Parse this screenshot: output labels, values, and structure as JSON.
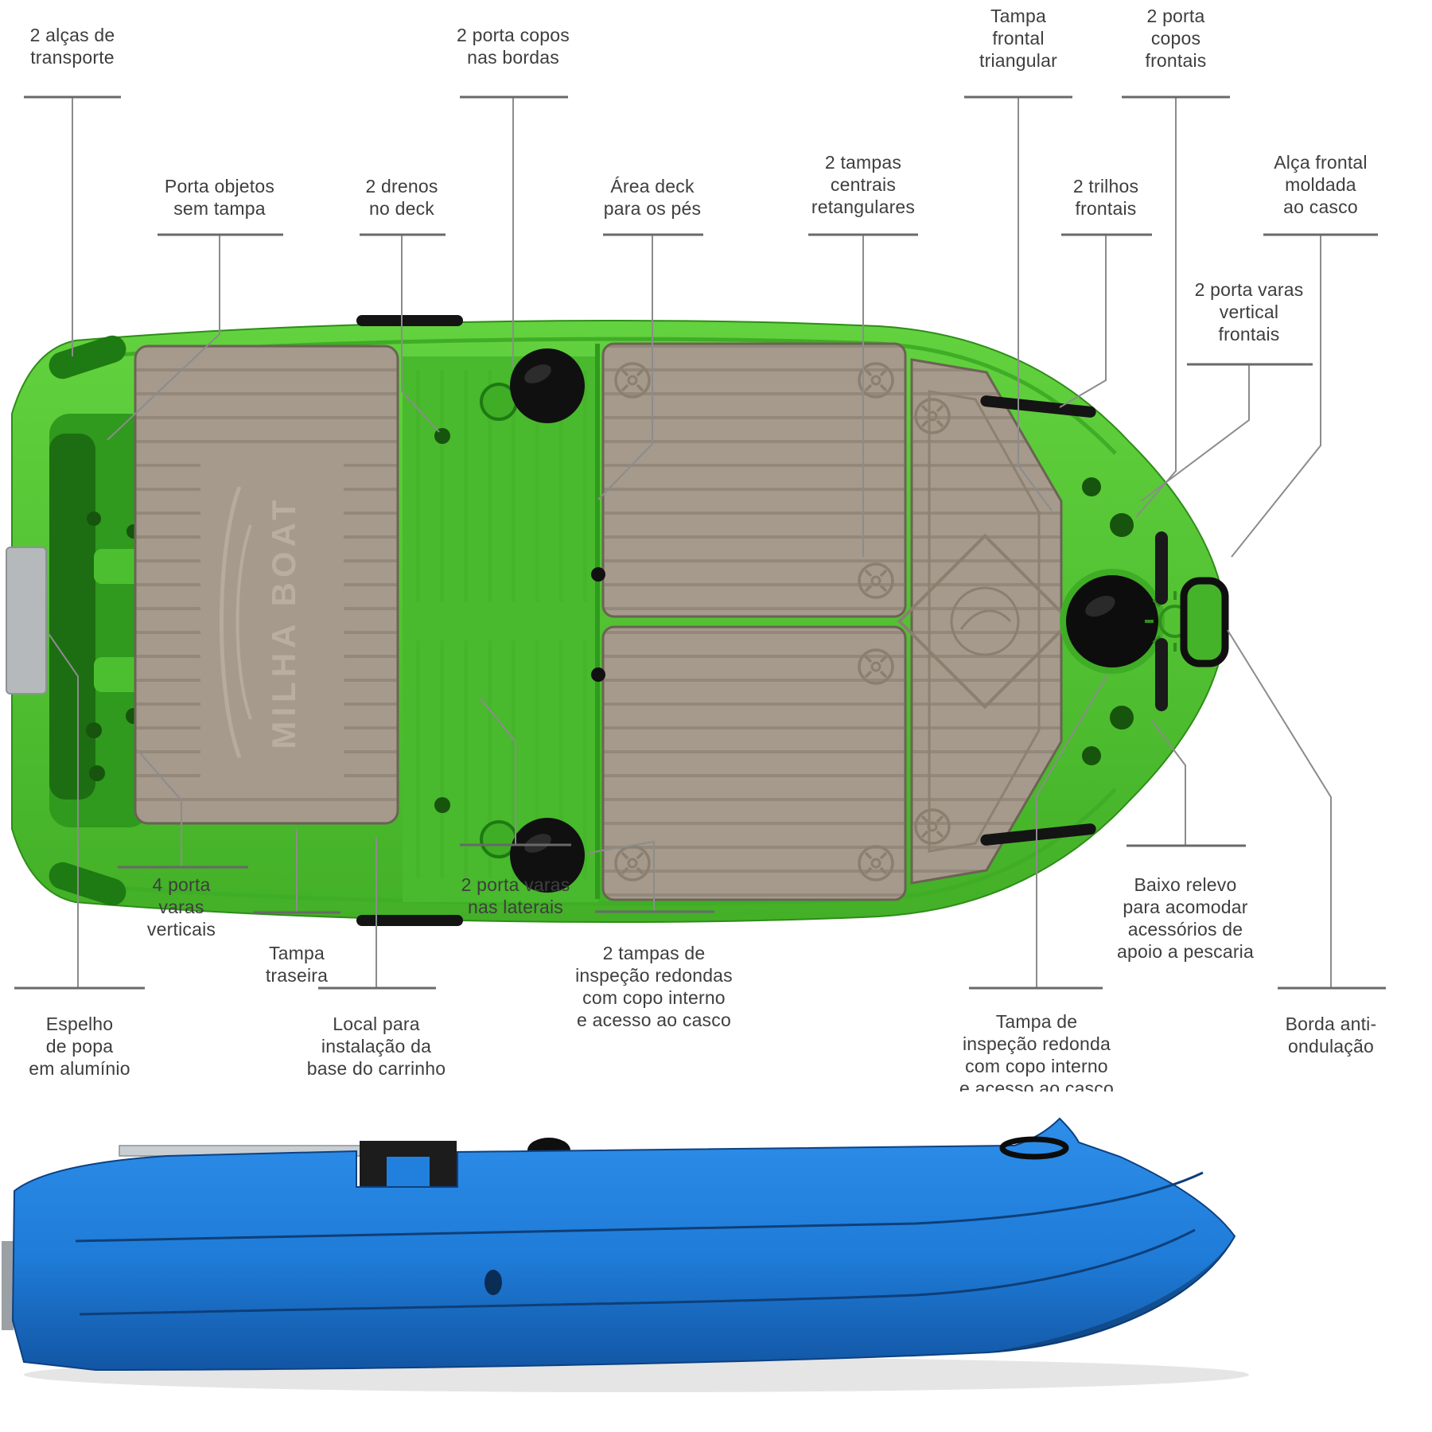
{
  "product": {
    "brand_logo": "MILHA BOAT"
  },
  "colors": {
    "hull_green": "#52c233",
    "hull_green_dark": "#2f9a1d",
    "hatch_tan": "#a59a8b",
    "hatch_ridge": "#94887a",
    "hull_blue": "#2180dd",
    "aluminum": "#b5b9bc",
    "label_text": "#3e3e3e",
    "leader_line": "#8c8c8c"
  },
  "callouts": {
    "alcas_transporte": {
      "text": "2 alças de\ntransporte"
    },
    "porta_objetos": {
      "text": "Porta objetos\nsem tampa"
    },
    "drenos_deck": {
      "text": "2 drenos\nno deck"
    },
    "porta_copos_bordas": {
      "text": "2 porta copos\nnas bordas"
    },
    "area_deck_pes": {
      "text": "Área deck\npara os pés"
    },
    "tampas_centrais": {
      "text": "2 tampas\ncentrais\nretangulares"
    },
    "tampa_frontal": {
      "text": "Tampa\nfrontal\ntriangular"
    },
    "trilhos_frontais": {
      "text": "2 trilhos\nfrontais"
    },
    "porta_copos_frontais": {
      "text": "2 porta\ncopos\nfrontais"
    },
    "alca_frontal": {
      "text": "Alça frontal\nmoldada\nao casco"
    },
    "porta_varas_frontais": {
      "text": "2 porta varas\nvertical\nfrontais"
    },
    "espelho_popa": {
      "text": "Espelho\nde popa\nem alumínio"
    },
    "porta_varas_verticais": {
      "text": "4 porta\nvaras\nverticais"
    },
    "tampa_traseira": {
      "text": "Tampa\ntraseira"
    },
    "local_carrinho": {
      "text": "Local para\ninstalação da\nbase do carrinho"
    },
    "porta_varas_laterais": {
      "text": "2 porta varas\nnas laterais"
    },
    "tampas_inspecao_duplas": {
      "text": "2 tampas de\ninspeção redondas\ncom copo interno\ne acesso ao casco"
    },
    "tampa_inspecao_frontal": {
      "text": "Tampa de\ninspeção redonda\ncom copo interno\ne acesso ao casco"
    },
    "baixo_relevo": {
      "text": "Baixo relevo\npara acomodar\nacessórios de\napoio a pescaria"
    },
    "borda_anti_ondulacao": {
      "text": "Borda anti-\nondulação"
    }
  }
}
